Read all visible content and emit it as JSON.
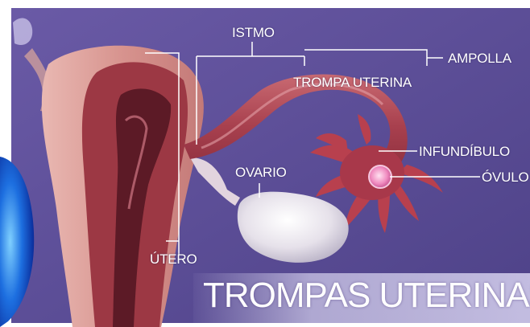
{
  "image": {
    "title": "TROMPAS UTERINAS",
    "palette": {
      "background": "#5d4f99",
      "tissue": "#b8505c",
      "ovary": "#e8e4ea",
      "label": "#ffffff"
    }
  },
  "labels": {
    "istmo": "ISTMO",
    "ampolla": "AMPOLLA",
    "trompa": "TROMPA UTERINA",
    "infundibulo": "INFUNDÍBULO",
    "ovulo": "ÓVULO",
    "ovario": "OVARIO",
    "utero": "ÚTERO"
  }
}
